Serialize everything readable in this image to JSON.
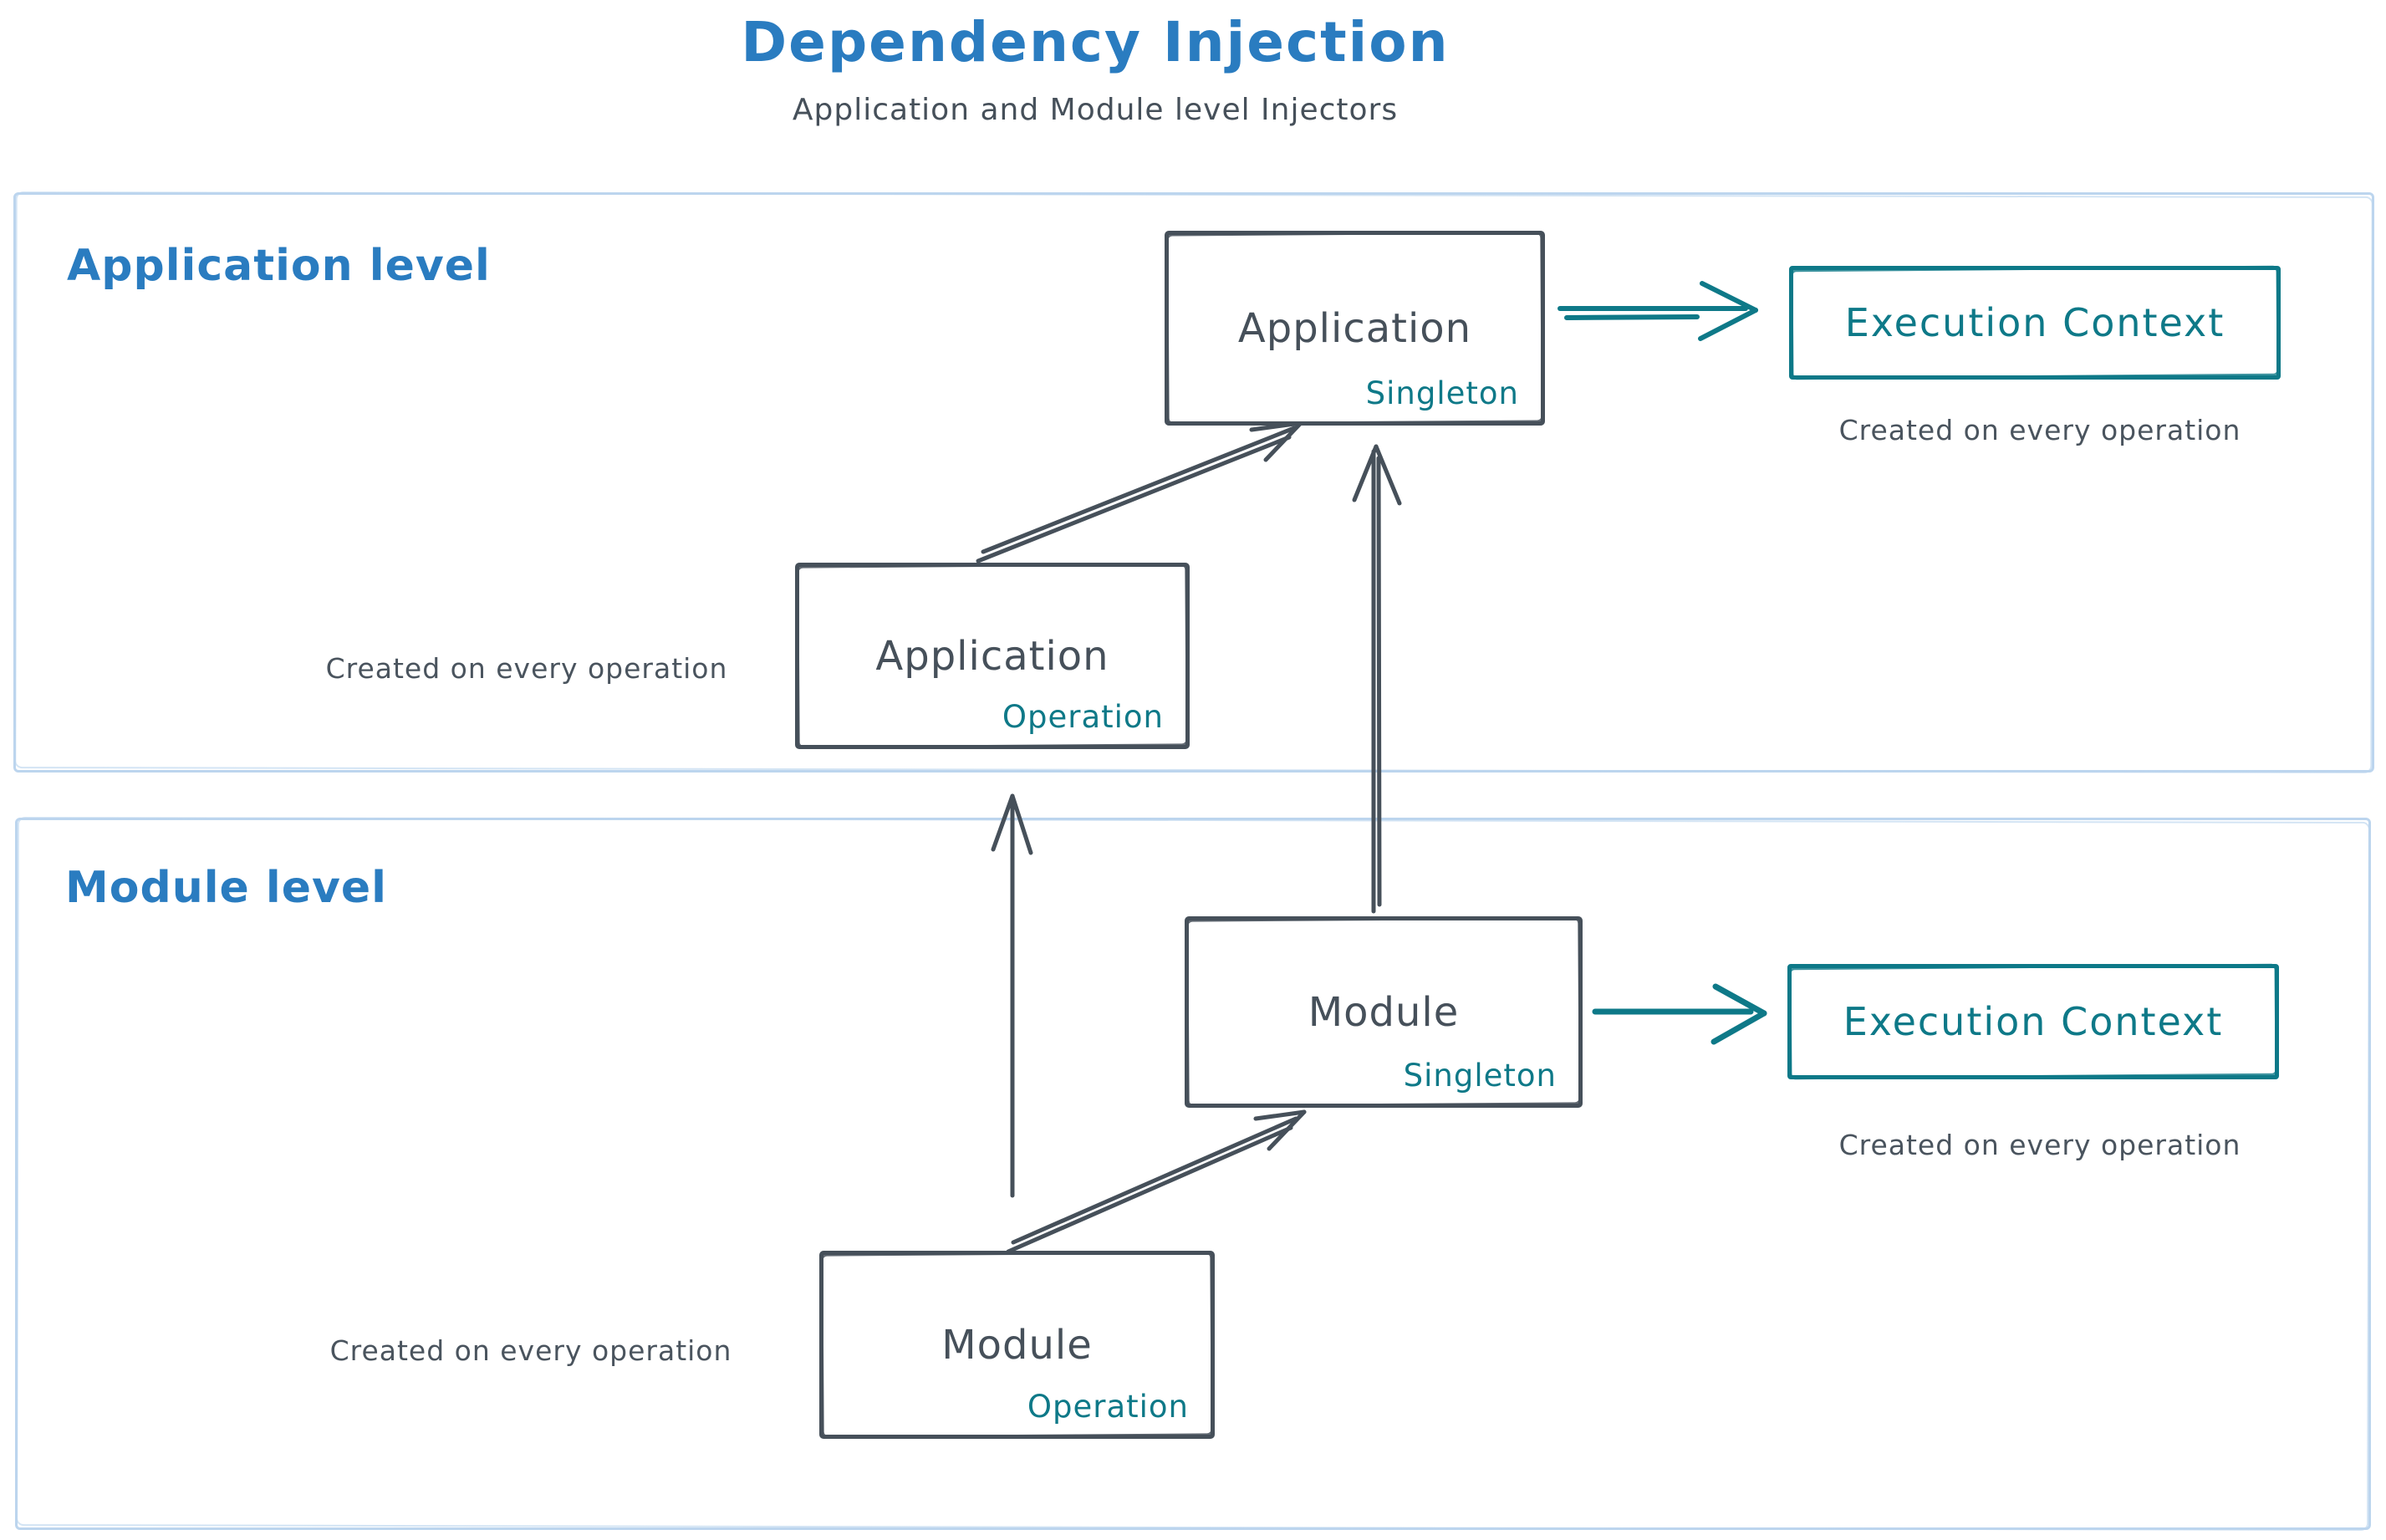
{
  "header": {
    "title": "Dependency Injection",
    "subtitle": "Application and Module level Injectors"
  },
  "colors": {
    "accent_blue": "#2a7cc0",
    "stroke_dark": "#46505a",
    "accent_teal": "#0e7988",
    "section_border": "#bcd5ee"
  },
  "sections": [
    {
      "id": "application",
      "label": "Application level"
    },
    {
      "id": "module",
      "label": "Module level"
    }
  ],
  "nodes": {
    "app_singleton": {
      "title": "Application",
      "subtitle": "Singleton"
    },
    "app_operation": {
      "title": "Application",
      "subtitle": "Operation"
    },
    "module_singleton": {
      "title": "Module",
      "subtitle": "Singleton"
    },
    "module_operation": {
      "title": "Module",
      "subtitle": "Operation"
    },
    "app_execution_context": {
      "label": "Execution Context"
    },
    "module_execution_context": {
      "label": "Execution Context"
    }
  },
  "captions": {
    "app_operation_note": "Created on every operation",
    "app_exec_note": "Created on every operation",
    "module_operation_note": "Created on every operation",
    "module_exec_note": "Created on every operation"
  }
}
